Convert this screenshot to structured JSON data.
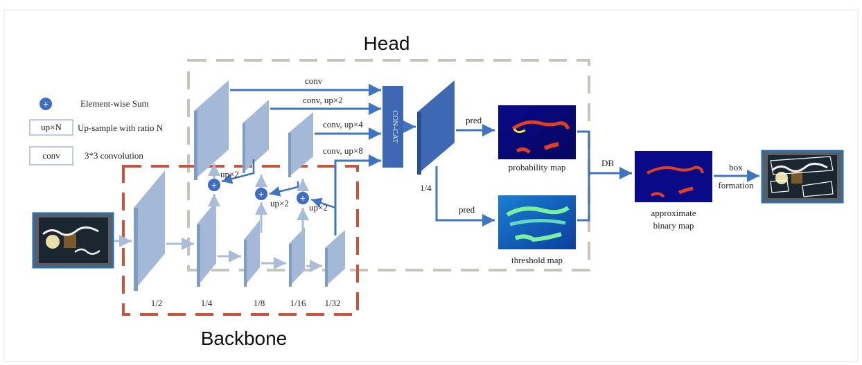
{
  "titles": {
    "head": "Head",
    "backbone": "Backbone"
  },
  "legend": {
    "sum": "Element-wise Sum",
    "upsample_box": "up×N",
    "upsample": "Up-sample with ratio N",
    "conv_box": "conv",
    "conv": "3*3 convolution"
  },
  "backbone": {
    "scales": [
      "1/2",
      "1/4",
      "1/8",
      "1/16",
      "1/32"
    ]
  },
  "neck": {
    "up_labels": [
      "up×2",
      "up×2",
      "up×2"
    ],
    "branch_labels": [
      "conv",
      "conv, up×2",
      "conv, up×4",
      "conv, up×8"
    ],
    "concat": "CON-CAT",
    "feature_scale": "1/4"
  },
  "head": {
    "pred_top": "pred",
    "pred_bottom": "pred",
    "probability_map": "probability map",
    "threshold_map": "threshold map",
    "db": "DB",
    "approx_map_line1": "approximate",
    "approx_map_line2": "binary map",
    "box_line1": "box",
    "box_line2": "formation"
  },
  "colors": {
    "arrow": "#3f74c0",
    "feature_face": "#9fb6d6",
    "feature_side": "#7f9cc4",
    "head_box": "#c8c4bc",
    "backbone_box": "#c8553e",
    "concat": "#3e68b3",
    "sum_circle": "#3d6cc1"
  }
}
